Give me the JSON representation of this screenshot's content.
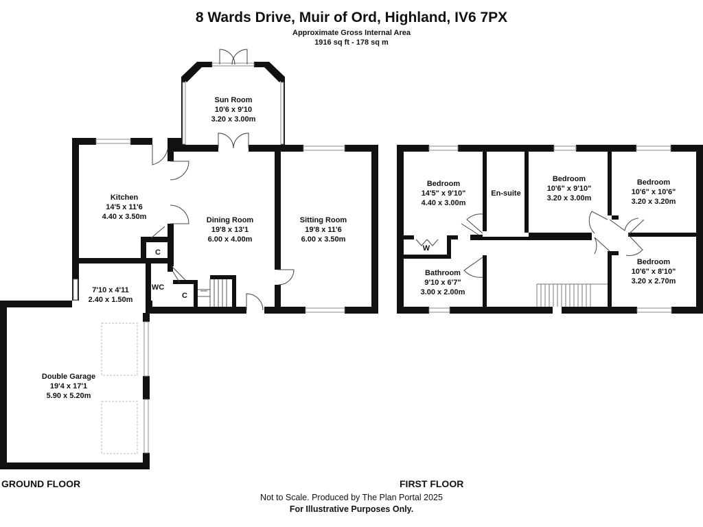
{
  "header": {
    "title": "8 Wards Drive, Muir of Ord, Highland, IV6 7PX",
    "area_label": "Approximate Gross Internal Area",
    "area_value": "1916 sq ft - 178 sq m"
  },
  "ground_floor": {
    "label": "GROUND FLOOR",
    "rooms": {
      "sun_room": {
        "name": "Sun Room",
        "imperial": "10'6 x 9'10",
        "metric": "3.20 x 3.00m"
      },
      "kitchen": {
        "name": "Kitchen",
        "imperial": "14'5 x 11'6",
        "metric": "4.40 x 3.50m"
      },
      "dining_room": {
        "name": "Dining Room",
        "imperial": "19'8 x 13'1",
        "metric": "6.00 x 4.00m"
      },
      "sitting_room": {
        "name": "Sitting Room",
        "imperial": "19'8 x 11'6",
        "metric": "6.00 x 3.50m"
      },
      "utility": {
        "imperial": "7'10 x 4'11",
        "metric": "2.40 x 1.50m"
      },
      "double_garage": {
        "name": "Double Garage",
        "imperial": "19'4 x 17'1",
        "metric": "5.90 x 5.20m"
      },
      "wc": {
        "name": "WC"
      },
      "cupboard_1": {
        "name": "C"
      },
      "cupboard_2": {
        "name": "C"
      }
    }
  },
  "first_floor": {
    "label": "FIRST FLOOR",
    "rooms": {
      "bedroom_1": {
        "name": "Bedroom",
        "imperial": "14'5\" x 9'10\"",
        "metric": "4.40 x 3.00m"
      },
      "en_suite": {
        "name": "En-suite"
      },
      "bedroom_2": {
        "name": "Bedroom",
        "imperial": "10'6\" x 9'10\"",
        "metric": "3.20 x 3.00m"
      },
      "bedroom_3": {
        "name": "Bedroom",
        "imperial": "10'6\" x 10'6\"",
        "metric": "3.20 x 3.20m"
      },
      "bedroom_4": {
        "name": "Bedroom",
        "imperial": "10'6\" x 8'10\"",
        "metric": "3.20 x 2.70m"
      },
      "bathroom": {
        "name": "Bathroom",
        "imperial": "9'10 x 6'7\"",
        "metric": "3.00 x 2.00m"
      },
      "wardrobe": {
        "name": "W"
      }
    }
  },
  "footer": {
    "line1": "Not to Scale. Produced by The Plan Portal 2025",
    "line2": "For Illustrative Purposes Only."
  }
}
